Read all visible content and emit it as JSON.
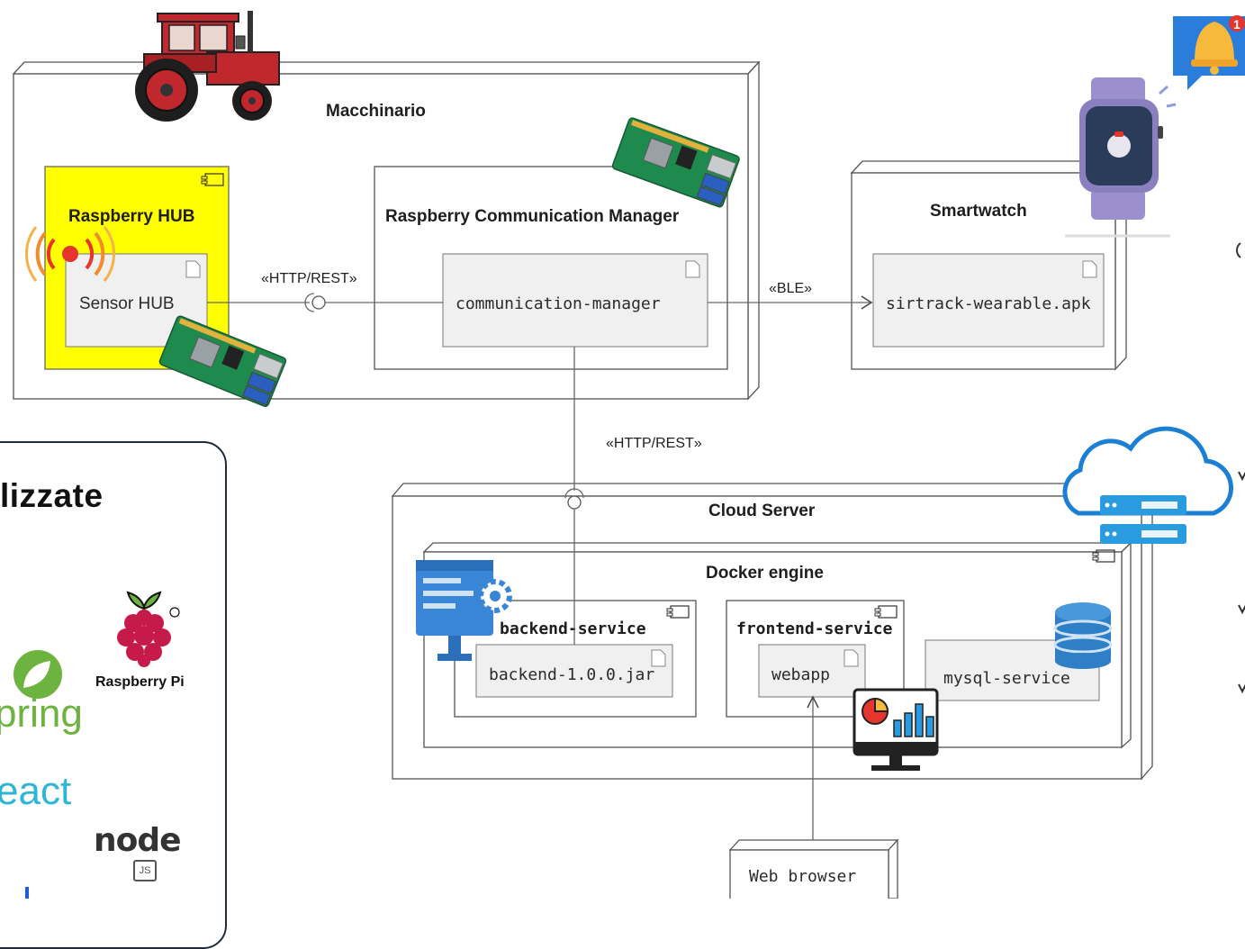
{
  "nodes": {
    "machine": "Macchinario",
    "raspberry_hub": "Raspberry HUB",
    "sensor_hub": "Sensor HUB",
    "comm_manager": "Raspberry Communication Manager",
    "comm_manager_artifact": "communication-manager",
    "smartwatch": "Smartwatch",
    "smartwatch_artifact": "sirtrack-wearable.apk",
    "cloud_server": "Cloud Server",
    "docker_engine": "Docker engine",
    "backend_service": "backend-service",
    "backend_artifact": "backend-1.0.0.jar",
    "frontend_service": "frontend-service",
    "frontend_artifact": "webapp",
    "mysql_service": "mysql-service",
    "web_browser": "Web browser"
  },
  "connections": {
    "http_rest_1": "«HTTP/REST»",
    "ble": "«BLE»",
    "http_rest_2": "«HTTP/REST»"
  },
  "tech_panel": {
    "title_fragment": "lizzate",
    "spring": "pring",
    "react": "eact",
    "raspberry_pi": "Raspberry Pi",
    "node": "node",
    "node_badge": "JS"
  },
  "colors": {
    "hub_highlight": "#ffff00",
    "tractor": "#c0282d",
    "cloud_blue": "#1b7fd4",
    "database_blue": "#2f7fc6",
    "spring_green": "#6db33f",
    "react_cyan": "#2fb6d7"
  },
  "badges": {
    "notification_count": "1"
  }
}
